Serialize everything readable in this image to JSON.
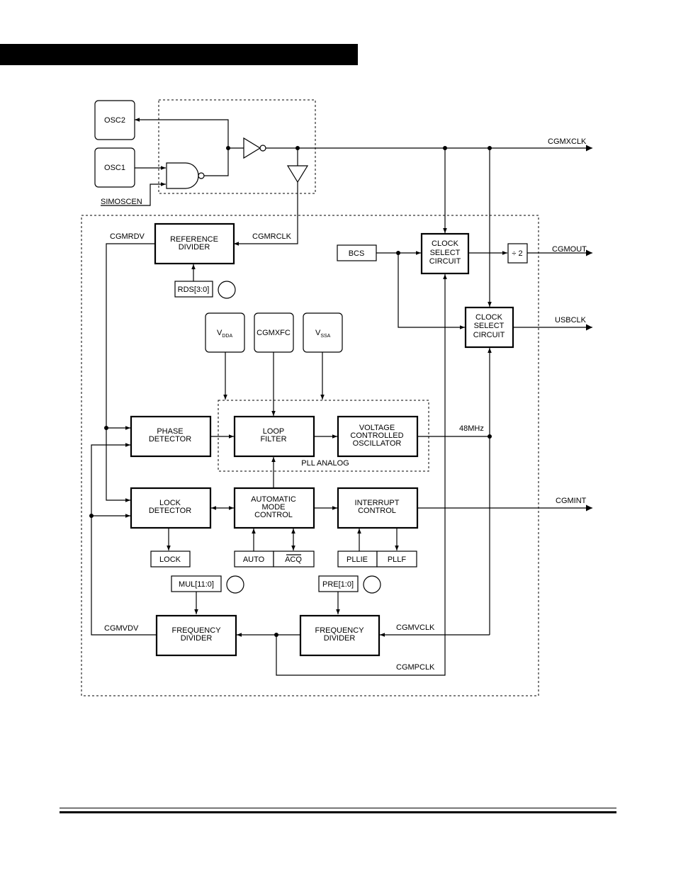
{
  "labels": {
    "osc2": "OSC2",
    "osc1": "OSC1",
    "simoscen": "SIMOSCEN",
    "cgmxclk": "CGMXCLK",
    "cgmrdv": "CGMRDV",
    "cgmrclk": "CGMRCLK",
    "reference_divider": [
      "REFERENCE",
      "DIVIDER"
    ],
    "rds": "RDS[3:0]",
    "bcs": "BCS",
    "clock_select_1": [
      "CLOCK",
      "SELECT",
      "CIRCUIT"
    ],
    "div2": "÷ 2",
    "cgmout": "CGMOUT",
    "clock_select_2": [
      "CLOCK",
      "SELECT",
      "CIRCUIT"
    ],
    "usbclk": "USBCLK",
    "vdda_main": "V",
    "vdda_sub": "DDA",
    "cgmxfc": "CGMXFC",
    "vssa_main": "V",
    "vssa_sub": "SSA",
    "phase_detector": [
      "PHASE",
      "DETECTOR"
    ],
    "loop_filter": [
      "LOOP",
      "FILTER"
    ],
    "vco": [
      "VOLTAGE",
      "CONTROLLED",
      "OSCILLATOR"
    ],
    "mhz48": "48MHz",
    "pll_analog": "PLL ANALOG",
    "lock_detector": [
      "LOCK",
      "DETECTOR"
    ],
    "auto_mode": [
      "AUTOMATIC",
      "MODE",
      "CONTROL"
    ],
    "interrupt_control": [
      "INTERRUPT",
      "CONTROL"
    ],
    "cgmint": "CGMINT",
    "lock": "LOCK",
    "auto": "AUTO",
    "acq": "ACQ",
    "pllie": "PLLIE",
    "pllf": "PLLF",
    "mul": "MUL[11:0]",
    "pre": "PRE[1:0]",
    "cgmvdv": "CGMVDV",
    "freq_divider_1": [
      "FREQUENCY",
      "DIVIDER"
    ],
    "freq_divider_2": [
      "FREQUENCY",
      "DIVIDER"
    ],
    "cgmvclk": "CGMVCLK",
    "cgmpclk": "CGMPCLK"
  }
}
